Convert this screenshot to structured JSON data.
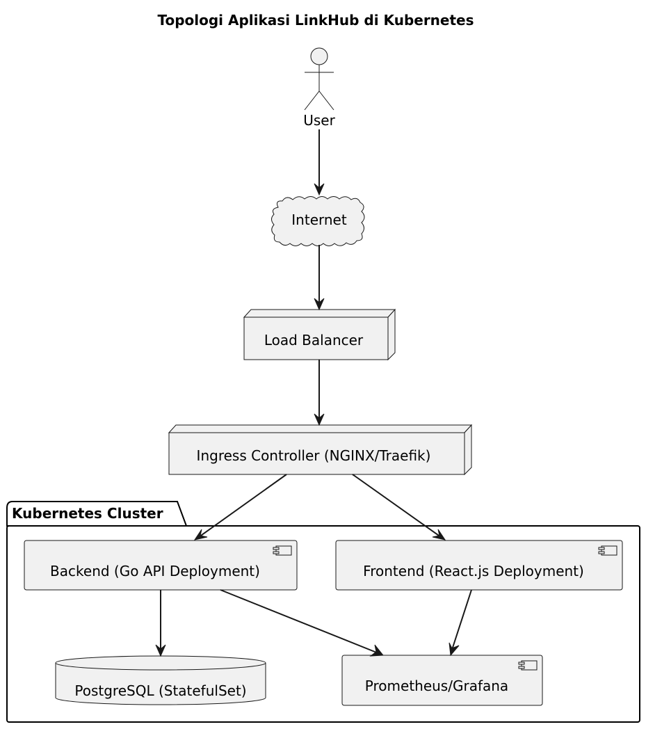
{
  "diagram": {
    "title": "Topologi Aplikasi LinkHub di Kubernetes",
    "actor": {
      "label": "User"
    },
    "cloud": {
      "label": "Internet"
    },
    "load_balancer": {
      "label": "Load Balancer"
    },
    "ingress": {
      "label": "Ingress Controller (NGINX/Traefik)"
    },
    "cluster": {
      "label": "Kubernetes Cluster",
      "backend": {
        "label": "Backend (Go API Deployment)"
      },
      "frontend": {
        "label": "Frontend (React.js Deployment)"
      },
      "database": {
        "label": "PostgreSQL (StatefulSet)"
      },
      "monitoring": {
        "label": "Prometheus/Grafana"
      }
    },
    "edges": [
      {
        "from": "User",
        "to": "Internet"
      },
      {
        "from": "Internet",
        "to": "Load Balancer"
      },
      {
        "from": "Load Balancer",
        "to": "Ingress Controller (NGINX/Traefik)"
      },
      {
        "from": "Ingress Controller (NGINX/Traefik)",
        "to": "Backend (Go API Deployment)"
      },
      {
        "from": "Ingress Controller (NGINX/Traefik)",
        "to": "Frontend (React.js Deployment)"
      },
      {
        "from": "Backend (Go API Deployment)",
        "to": "PostgreSQL (StatefulSet)"
      },
      {
        "from": "Backend (Go API Deployment)",
        "to": "Prometheus/Grafana"
      },
      {
        "from": "Frontend (React.js Deployment)",
        "to": "Prometheus/Grafana"
      }
    ]
  }
}
